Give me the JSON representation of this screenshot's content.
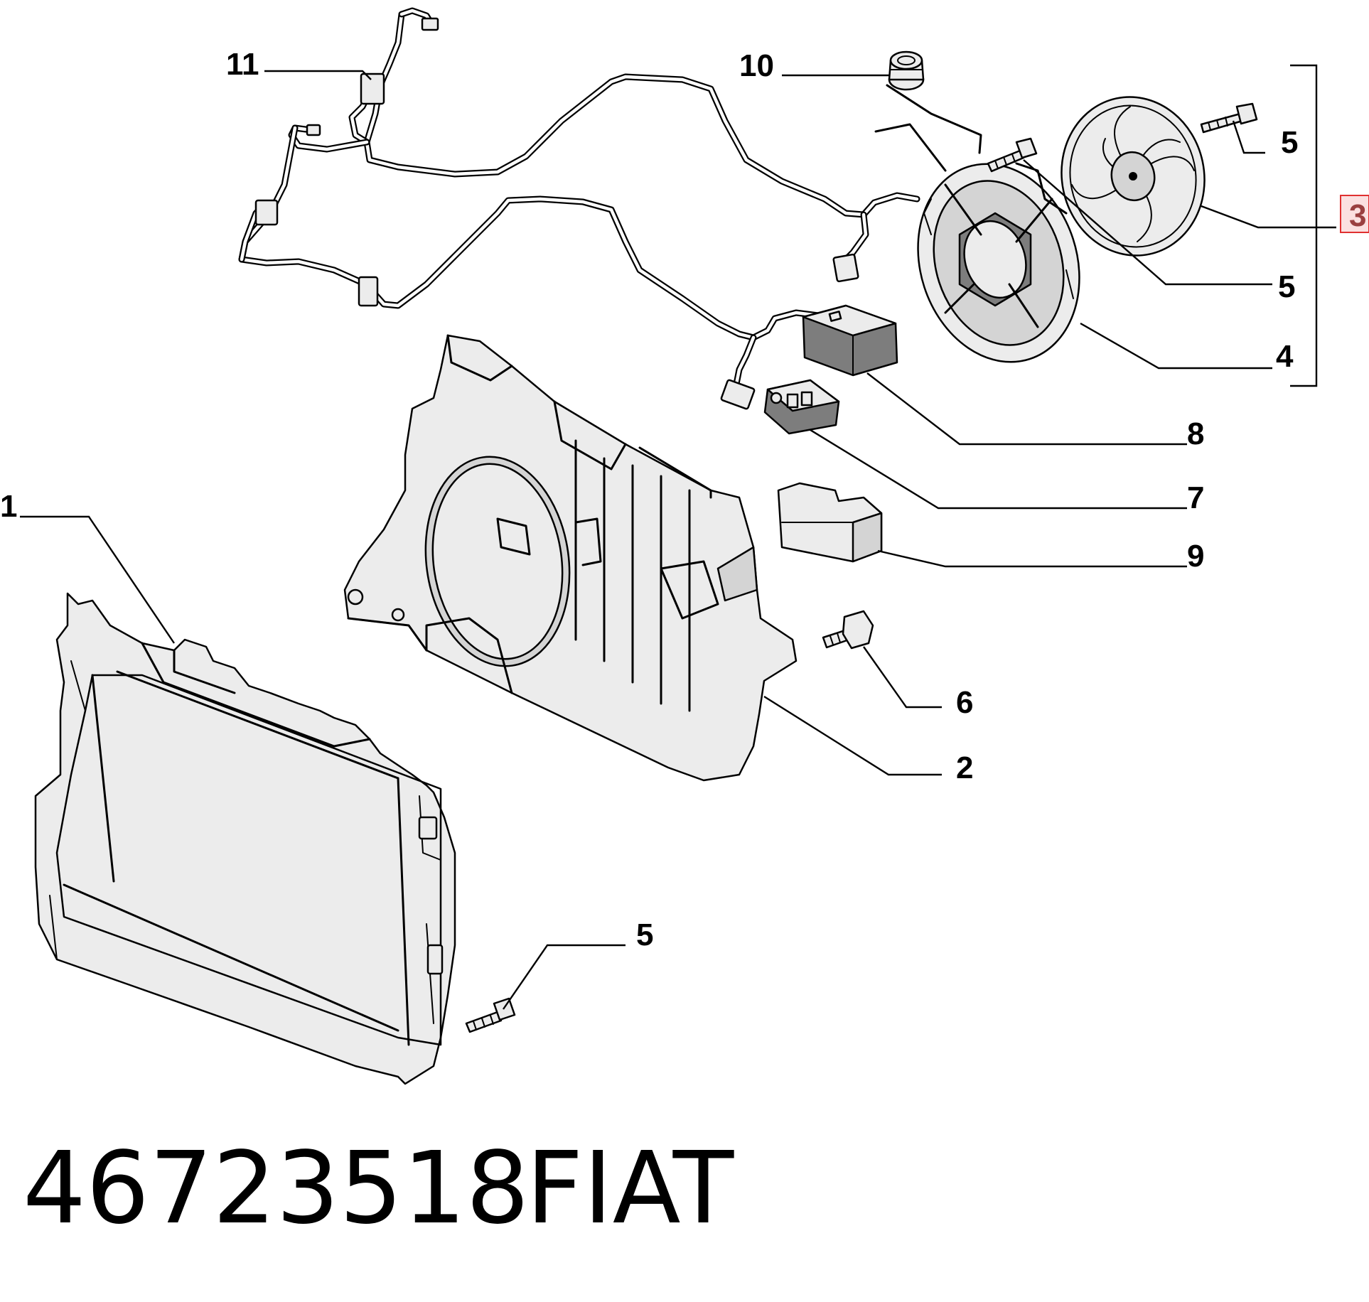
{
  "diagram": {
    "callouts": {
      "c1": "1",
      "c2": "2",
      "c3": "3",
      "c4": "4",
      "c5_fan_bolt": "5",
      "c5_shroud_bolt": "5",
      "c5_lower_bolt": "5",
      "c6": "6",
      "c7": "7",
      "c8": "8",
      "c9": "9",
      "c10": "10",
      "c11": "11"
    },
    "highlighted_callout": "3",
    "highlight_color": "#e03030",
    "part_number": "46723518",
    "brand": "FIAT"
  }
}
